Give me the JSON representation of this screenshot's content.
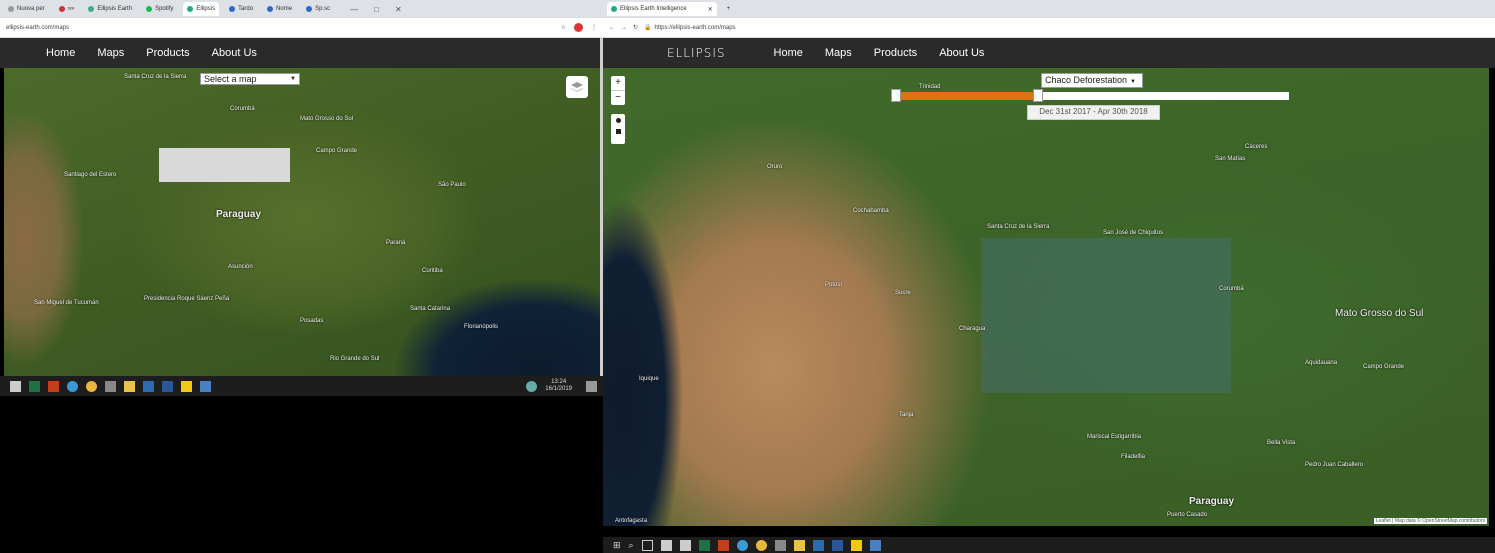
{
  "left_window": {
    "tabs": [
      "Nuova per",
      "»»",
      "Ellipsis Earth",
      "Spotify",
      "Ellipsis",
      "Tardo",
      "Nome",
      "Sp.sc"
    ],
    "address": "ellipsis-earth.com/maps",
    "nav": [
      "Home",
      "Maps",
      "Products",
      "About Us"
    ],
    "select_placeholder": "Select a map",
    "map_labels": [
      {
        "text": "Paraguay",
        "big": true
      },
      {
        "text": "Mato Grosso do Sul"
      },
      {
        "text": "Campo Grande"
      },
      {
        "text": "São Paulo"
      },
      {
        "text": "Asunción"
      },
      {
        "text": "Curitiba"
      },
      {
        "text": "Santa Catarina"
      },
      {
        "text": "Florianópolis"
      },
      {
        "text": "Rio Grande do Sul"
      },
      {
        "text": "Santa Cruz de la Sierra"
      },
      {
        "text": "Corumbá"
      },
      {
        "text": "Posadas"
      },
      {
        "text": "Paraná"
      },
      {
        "text": "Santiago del Estero"
      },
      {
        "text": "Presidencia Roque Sáenz Peña"
      },
      {
        "text": "San Miguel de Tucumán"
      }
    ],
    "clock": {
      "time": "13:24",
      "date": "16/1/2019"
    }
  },
  "right_window": {
    "tab_title": "Ellipsis Earth Intelligence",
    "address": "https://ellipsis-earth.com/maps",
    "logo": "ELLIPSIS",
    "nav": [
      "Home",
      "Maps",
      "Products",
      "About Us"
    ],
    "map_select": "Chaco Deforestation",
    "date_range": "Dec 31st 2017 - Apr 30th 2018",
    "slider_fraction": 0.36,
    "zoom_in": "+",
    "zoom_out": "−",
    "map_labels": [
      {
        "text": "Paraguay",
        "big": true
      },
      {
        "text": "Mato Grosso do Sul",
        "big": true
      },
      {
        "text": "Santa Cruz de la Sierra"
      },
      {
        "text": "San José de Chiquitos"
      },
      {
        "text": "Corumbá"
      },
      {
        "text": "Campo Grande"
      },
      {
        "text": "Charagua"
      },
      {
        "text": "Sucre"
      },
      {
        "text": "Tarija"
      },
      {
        "text": "Iquique"
      },
      {
        "text": "Antofagasta"
      },
      {
        "text": "Trinidad"
      },
      {
        "text": "Cochabamba"
      },
      {
        "text": "Oruro"
      },
      {
        "text": "Potosí"
      },
      {
        "text": "Aquidauana"
      },
      {
        "text": "Bella Vista"
      },
      {
        "text": "Pedro Juan Caballero"
      },
      {
        "text": "Puerto Casado"
      },
      {
        "text": "Filadelfia"
      },
      {
        "text": "Mariscal Estigarribia"
      },
      {
        "text": "San Matías"
      },
      {
        "text": "Cáceres"
      }
    ],
    "attribution": "Leaflet | Map data © OpenStreetMap contributors"
  },
  "colors": {
    "accent": "#e07010",
    "nav_bg": "#2a2a2a"
  }
}
